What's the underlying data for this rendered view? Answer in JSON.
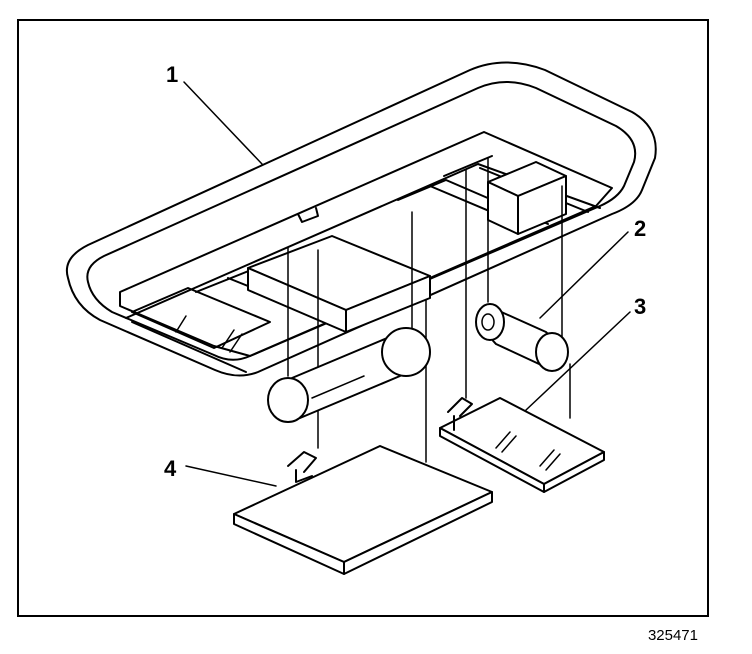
{
  "callouts": [
    {
      "id": "1",
      "label": "1"
    },
    {
      "id": "2",
      "label": "2"
    },
    {
      "id": "3",
      "label": "3"
    },
    {
      "id": "4",
      "label": "4"
    }
  ],
  "figure_number": "325471"
}
